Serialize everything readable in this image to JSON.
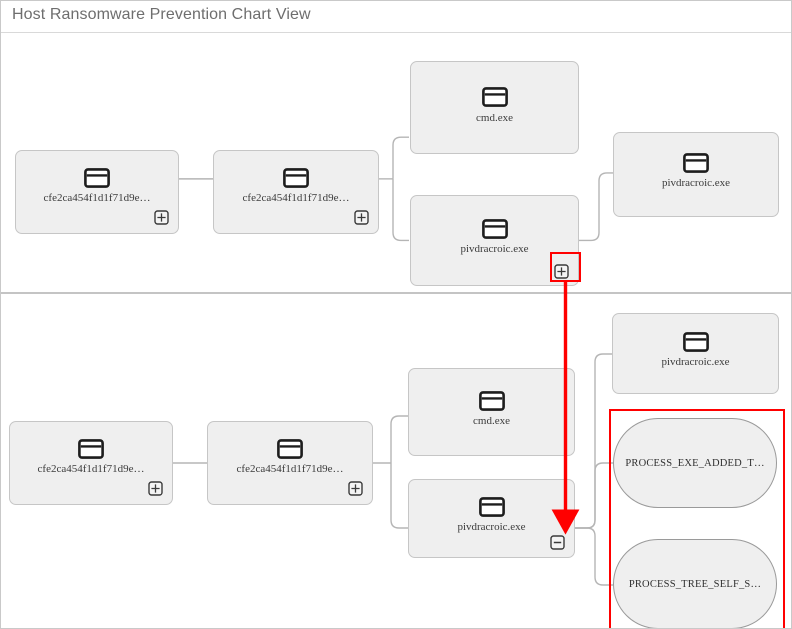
{
  "header": {
    "title": "Host Ransomware Prevention Chart View"
  },
  "colors": {
    "node_fill": "#efefef",
    "node_border": "#c6c6c6",
    "event_border": "#9a9a9a",
    "connector": "#b5b5b5",
    "highlight": "#ff0000",
    "title_text": "#6e6e6e",
    "panel_divider": "#c4c4c4"
  },
  "icons": {
    "window": "window-icon",
    "expand": "expand-plus-icon",
    "collapse": "collapse-minus-icon"
  },
  "panels": [
    {
      "id": "top",
      "name": "collapsed-chart-panel",
      "nodes": [
        {
          "id": "t1",
          "name": "process-node-hash-root",
          "label": "cfe2ca454f1d1f71d9e…",
          "kind": "process",
          "toggle": "expand"
        },
        {
          "id": "t2",
          "name": "process-node-hash-child",
          "label": "cfe2ca454f1d1f71d9e…",
          "kind": "process",
          "toggle": "expand"
        },
        {
          "id": "t3",
          "name": "process-node-cmd",
          "label": "cmd.exe",
          "kind": "process",
          "toggle": "none"
        },
        {
          "id": "t4",
          "name": "process-node-pivdracroic",
          "label": "pivdracroic.exe",
          "kind": "process",
          "toggle": "expand"
        },
        {
          "id": "t5",
          "name": "process-node-pivdracroic-leaf",
          "label": "pivdracroic.exe",
          "kind": "process",
          "toggle": "none"
        }
      ]
    },
    {
      "id": "bottom",
      "name": "expanded-chart-panel",
      "nodes": [
        {
          "id": "b1",
          "name": "process-node-hash-root",
          "label": "cfe2ca454f1d1f71d9e…",
          "kind": "process",
          "toggle": "expand"
        },
        {
          "id": "b2",
          "name": "process-node-hash-child",
          "label": "cfe2ca454f1d1f71d9e…",
          "kind": "process",
          "toggle": "expand"
        },
        {
          "id": "b3",
          "name": "process-node-cmd",
          "label": "cmd.exe",
          "kind": "process",
          "toggle": "none"
        },
        {
          "id": "b4",
          "name": "process-node-pivdracroic",
          "label": "pivdracroic.exe",
          "kind": "process",
          "toggle": "collapse"
        },
        {
          "id": "b5",
          "name": "process-node-pivdracroic-leaf",
          "label": "pivdracroic.exe",
          "kind": "process",
          "toggle": "none"
        },
        {
          "id": "b6",
          "name": "event-node-process-exe-added",
          "label": "PROCESS_EXE_ADDED_T…",
          "kind": "event"
        },
        {
          "id": "b7",
          "name": "event-node-process-tree-self",
          "label": "PROCESS_TREE_SELF_S…",
          "kind": "event"
        }
      ]
    }
  ],
  "annotations": {
    "expand_button_highlight": "red-box-on-expand-button",
    "event_group_highlight": "red-box-around-event-nodes",
    "arrow": "red-arrow-expand-to-collapse"
  }
}
